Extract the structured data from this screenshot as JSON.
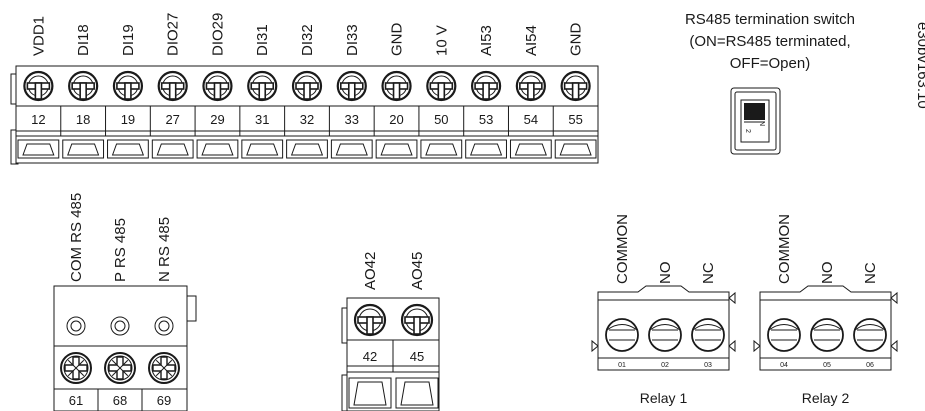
{
  "main_block": {
    "signals": [
      "VDD1",
      "DI18",
      "DI19",
      "DIO27",
      "DIO29",
      "DI31",
      "DI32",
      "DI33",
      "GND",
      "10 V",
      "AI53",
      "AI54",
      "GND"
    ],
    "numbers": [
      "12",
      "18",
      "19",
      "27",
      "29",
      "31",
      "32",
      "33",
      "20",
      "50",
      "53",
      "54",
      "55"
    ]
  },
  "rs485_switch": {
    "caption_lines": [
      "RS485 termination switch",
      "(ON=RS485 terminated,",
      "OFF=Open)"
    ],
    "switch_labels": [
      "1",
      "2",
      "O",
      "N"
    ]
  },
  "reference_code": "e30bv163.10",
  "rs485_block": {
    "signals": [
      "COM RS 485",
      "P RS 485",
      "N RS 485"
    ],
    "numbers": [
      "61",
      "68",
      "69"
    ]
  },
  "analog_block": {
    "signals": [
      "AO42",
      "AO45"
    ],
    "numbers": [
      "42",
      "45"
    ]
  },
  "relays": [
    {
      "name": "Relay 1",
      "signals": [
        "COMMON",
        "NO",
        "NC"
      ],
      "numbers": [
        "01",
        "02",
        "03"
      ]
    },
    {
      "name": "Relay 2",
      "signals": [
        "COMMON",
        "NO",
        "NC"
      ],
      "numbers": [
        "04",
        "05",
        "06"
      ]
    }
  ]
}
